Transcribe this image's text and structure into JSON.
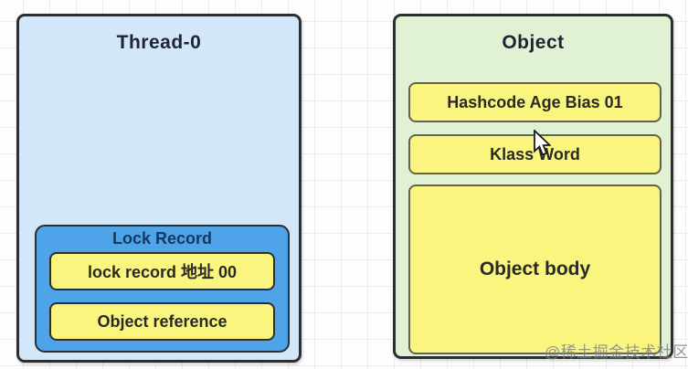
{
  "diagram": {
    "thread_panel": {
      "title": "Thread-0",
      "lock_record": {
        "title": "Lock Record",
        "rows": [
          "lock record 地址 00",
          "Object reference"
        ]
      }
    },
    "object_panel": {
      "title": "Object",
      "rows": [
        "Hashcode Age Bias 01",
        "Klass Word",
        "Object body"
      ]
    },
    "watermark": "@稀土掘金技术社区",
    "icons": {
      "cursor_icon": "mouse-pointer-arrow"
    },
    "colors": {
      "thread_panel_fill": "#d3e7fa",
      "lock_record_fill": "#4fa3e8",
      "cell_fill": "#f9f57f",
      "object_panel_fill": "#e1f1d3",
      "panel_border": "#2e2e30",
      "grid_line": "#ececec",
      "background": "#fdfdfd"
    }
  }
}
